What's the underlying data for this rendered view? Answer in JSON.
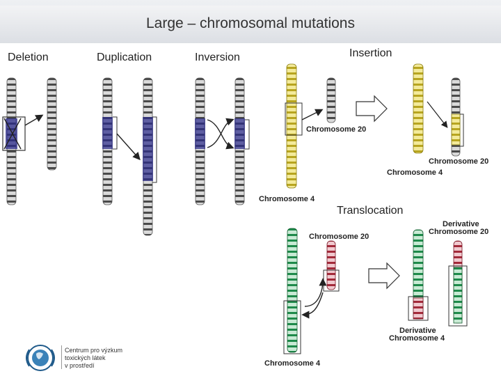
{
  "slide": {
    "title": "Large – chromosomal mutations"
  },
  "panels": {
    "deletion": "Deletion",
    "duplication": "Duplication",
    "inversion": "Inversion",
    "insertion": "Insertion",
    "translocation": "Translocation"
  },
  "labels": {
    "ins_chr20_a": "Chromosome 20",
    "ins_chr20_b": "Chromosome 20",
    "ins_chr4_a": "Chromosome 4",
    "ins_chr4_b": "Chromosome 4",
    "tr_chr20": "Chromosome 20",
    "tr_deriv20_l1": "Derivative",
    "tr_deriv20_l2": "Chromosome 20",
    "tr_deriv4_l1": "Derivative",
    "tr_deriv4_l2": "Chromosome 4",
    "tr_chr4": "Chromosome 4"
  },
  "logo": {
    "line1": "Centrum pro výzkum",
    "line2": "toxických látek",
    "line3": "v prostředí"
  },
  "colors": {
    "gray_band": "#4a4a4a",
    "blue_band": "#2a2a8a",
    "yellow": "#e8d85a",
    "green": "#1e8a4a",
    "red": "#a32a3a"
  }
}
